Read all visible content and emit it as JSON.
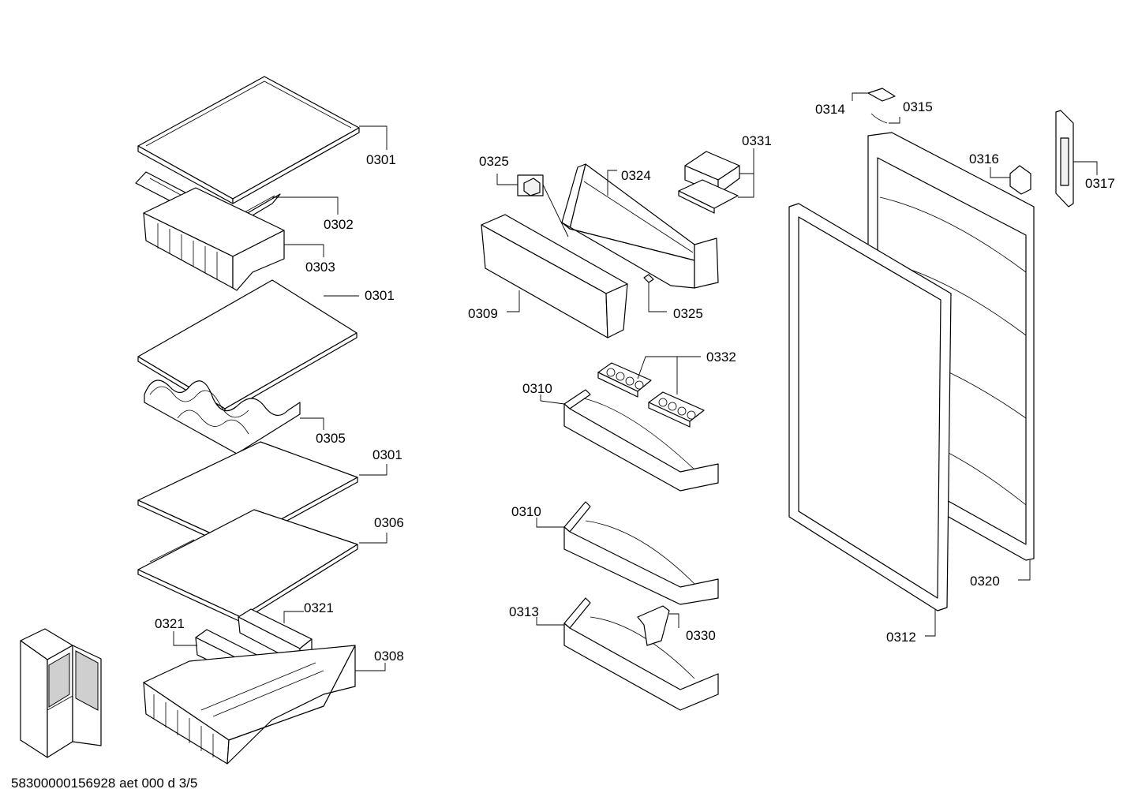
{
  "diagram": {
    "footer": "58300000156928 aet 000 d 3/5",
    "labels": {
      "l0301a": "0301",
      "l0302": "0302",
      "l0303": "0303",
      "l0301b": "0301",
      "l0305": "0305",
      "l0301c": "0301",
      "l0306": "0306",
      "l0321a": "0321",
      "l0321b": "0321",
      "l0308": "0308",
      "l0325a": "0325",
      "l0324": "0324",
      "l0331": "0331",
      "l0309": "0309",
      "l0325b": "0325",
      "l0332": "0332",
      "l0310a": "0310",
      "l0310b": "0310",
      "l0313": "0313",
      "l0330": "0330",
      "l0314": "0314",
      "l0315": "0315",
      "l0316": "0316",
      "l0317": "0317",
      "l0320": "0320",
      "l0312": "0312"
    }
  }
}
